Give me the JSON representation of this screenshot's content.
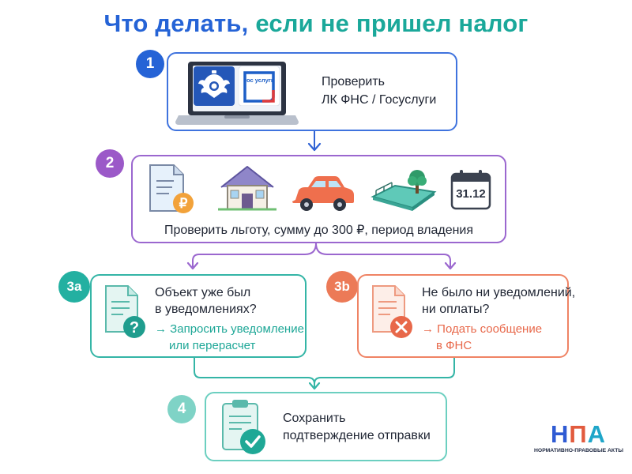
{
  "title": {
    "part1": "Что делать,",
    "part2": "если не пришел налог"
  },
  "steps": {
    "step1": {
      "badge": "1",
      "line1": "Проверить",
      "line2": "ЛК ФНС / Госуслуги",
      "gos_logo": "гос услуги"
    },
    "step2": {
      "badge": "2",
      "text": "Проверить льготу, сумму до 300 ₽, период владения",
      "calendar_date": "31.12"
    },
    "step3a": {
      "badge": "3a",
      "line1": "Объект уже был",
      "line2": "в уведомлениях?",
      "action1": "→ Запросить уведомление",
      "action2": "или перерасчет"
    },
    "step3b": {
      "badge": "3b",
      "line1": "Не было ни уведомлений,",
      "line2": "ни оплаты?",
      "action1": "→ Подать сообщение",
      "action2": "в ФНС"
    },
    "step4": {
      "badge": "4",
      "line1": "Сохранить",
      "line2": "подтверждение отправки"
    }
  },
  "logo": {
    "n": "Н",
    "p": "П",
    "a": "А",
    "sub": "НОРМАТИВНО-ПРАВОВЫЕ АКТЫ"
  },
  "colors": {
    "blue": "#2563d6",
    "teal": "#1aa89a",
    "purple": "#9b59c8",
    "coral": "#ec7a57",
    "mint": "#7fd3c6"
  },
  "icons": [
    "laptop-icon",
    "russian-emblem-icon",
    "gosuslugi-icon",
    "tax-document-ruble-icon",
    "house-icon",
    "car-icon",
    "land-plot-icon",
    "calendar-icon",
    "document-question-icon",
    "document-cross-icon",
    "clipboard-check-icon"
  ]
}
